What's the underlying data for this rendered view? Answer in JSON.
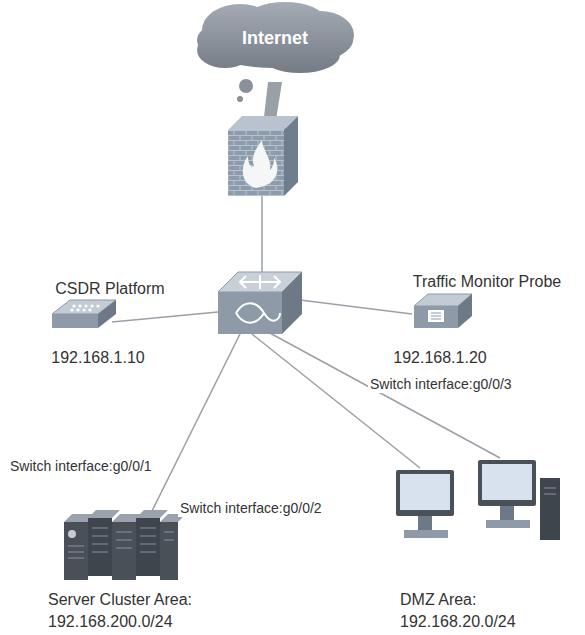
{
  "diagram": {
    "nodes": [
      {
        "text": [
          "Internet"
        ]
      },
      {
        "text": [
          "CSDR Platform",
          "192.168.1.10"
        ]
      },
      {
        "text": [
          "Traffic Monitor Probe",
          "192.168.1.20"
        ]
      },
      {
        "text": [
          "Server Cluster Area:",
          "192.168.200.0/24"
        ]
      },
      {
        "text": [
          "DMZ Area:",
          "192.168.20.0/24"
        ]
      }
    ],
    "labels": [
      "Switch interface:g0/0/1",
      "Switch interface:g0/0/2",
      "Switch interface:g0/0/3"
    ]
  }
}
